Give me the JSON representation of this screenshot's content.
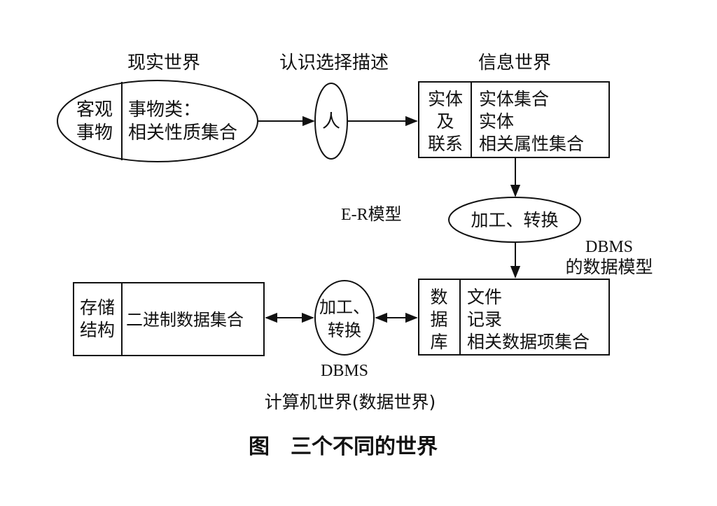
{
  "diagram": {
    "labels": {
      "real_world": "现实世界",
      "cognition": "认识选择描述",
      "info_world": "信息世界",
      "er_model": "E-R模型",
      "dbms_model_line1": "DBMS",
      "dbms_model_line2": "的数据模型",
      "dbms_bottom": "DBMS",
      "computer_world": "计算机世界(数据世界)"
    },
    "objective_things": {
      "left_line1": "客观",
      "left_line2": "事物",
      "right_line1": "事物类：",
      "right_line2": "相关性质集合"
    },
    "person": "人",
    "entity_box": {
      "left_lines": [
        "实体",
        "及",
        "联系"
      ],
      "right_lines": [
        "实体集合",
        "实体",
        "相关属性集合"
      ]
    },
    "process_top": "加工、转换",
    "database_box": {
      "left_lines": [
        "数",
        "据",
        "库"
      ],
      "right_lines": [
        "文件",
        "记录",
        "相关数据项集合"
      ]
    },
    "process_bottom": {
      "line1": "加工、",
      "line2": "转换"
    },
    "storage_box": {
      "left_line1": "存储",
      "left_line2": "结构",
      "right": "二进制数据集合"
    },
    "caption": "图　三个不同的世界",
    "stroke_color": "#111111"
  }
}
